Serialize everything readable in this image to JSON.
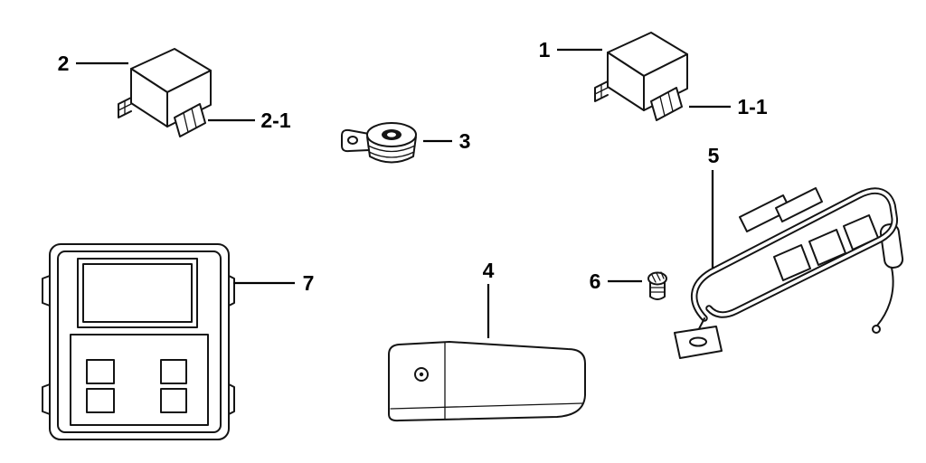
{
  "diagram": {
    "colors": {
      "background": "#ffffff",
      "line": "#141414",
      "label_text": "#000000"
    },
    "callouts": {
      "part1": "1",
      "part1_sub": "1-1",
      "part2": "2",
      "part2_sub": "2-1",
      "part3": "3",
      "part4": "4",
      "part5": "5",
      "part6": "6",
      "part7": "7"
    }
  }
}
